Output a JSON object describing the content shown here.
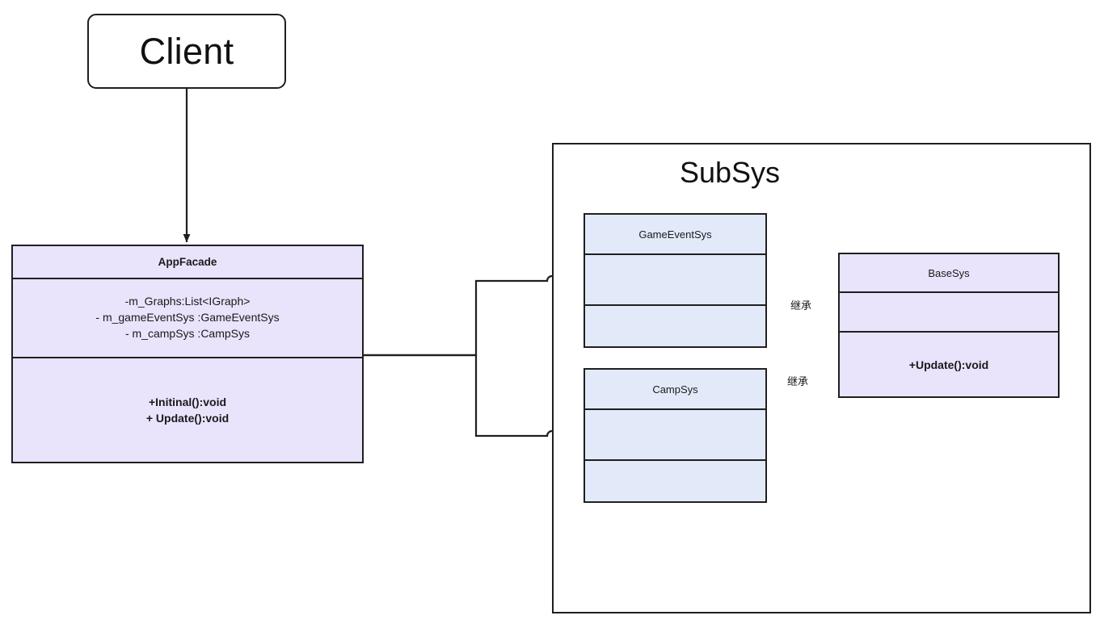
{
  "diagram": {
    "type": "uml-class-diagram",
    "title_visible": false,
    "colors": {
      "lavender_fill": "#e9e3fb",
      "blue_fill": "#e2eafa",
      "stroke": "#1f1f1f",
      "white_fill": "#ffffff",
      "text": "#1a1a1a"
    }
  },
  "client": {
    "label": "Client"
  },
  "appfacade": {
    "name": "AppFacade",
    "attributes": [
      "-m_Graphs:List<IGraph>",
      "- m_gameEventSys :GameEventSys",
      "- m_campSys :CampSys"
    ],
    "operations": [
      "+Initinal():void",
      "+ Update():void"
    ]
  },
  "subsys": {
    "title": "SubSys",
    "classes": [
      {
        "name": "GameEventSys",
        "attributes": [],
        "operations": []
      },
      {
        "name": "CampSys",
        "attributes": [],
        "operations": []
      }
    ]
  },
  "basesys": {
    "name": "BaseSys",
    "attributes": [],
    "operations": [
      "+Update():void"
    ]
  },
  "edges": [
    {
      "id": "client-to-appfacade",
      "from": "Client",
      "to": "AppFacade",
      "label": "",
      "arrow": "filled"
    },
    {
      "id": "appfacade-to-gameeventsys",
      "from": "AppFacade",
      "to": "GameEventSys",
      "label": "",
      "arrow": "filled"
    },
    {
      "id": "appfacade-to-campsys",
      "from": "AppFacade",
      "to": "CampSys",
      "label": "",
      "arrow": "filled"
    },
    {
      "id": "gameeventsys-to-basesys",
      "from": "GameEventSys",
      "to": "BaseSys",
      "label": "继承",
      "arrow": "hollow-triangle"
    },
    {
      "id": "campsys-to-basesys",
      "from": "CampSys",
      "to": "BaseSys",
      "label": "继承",
      "arrow": "hollow-triangle"
    }
  ],
  "edge_labels": {
    "inherit_1": "继承",
    "inherit_2": "继承"
  }
}
